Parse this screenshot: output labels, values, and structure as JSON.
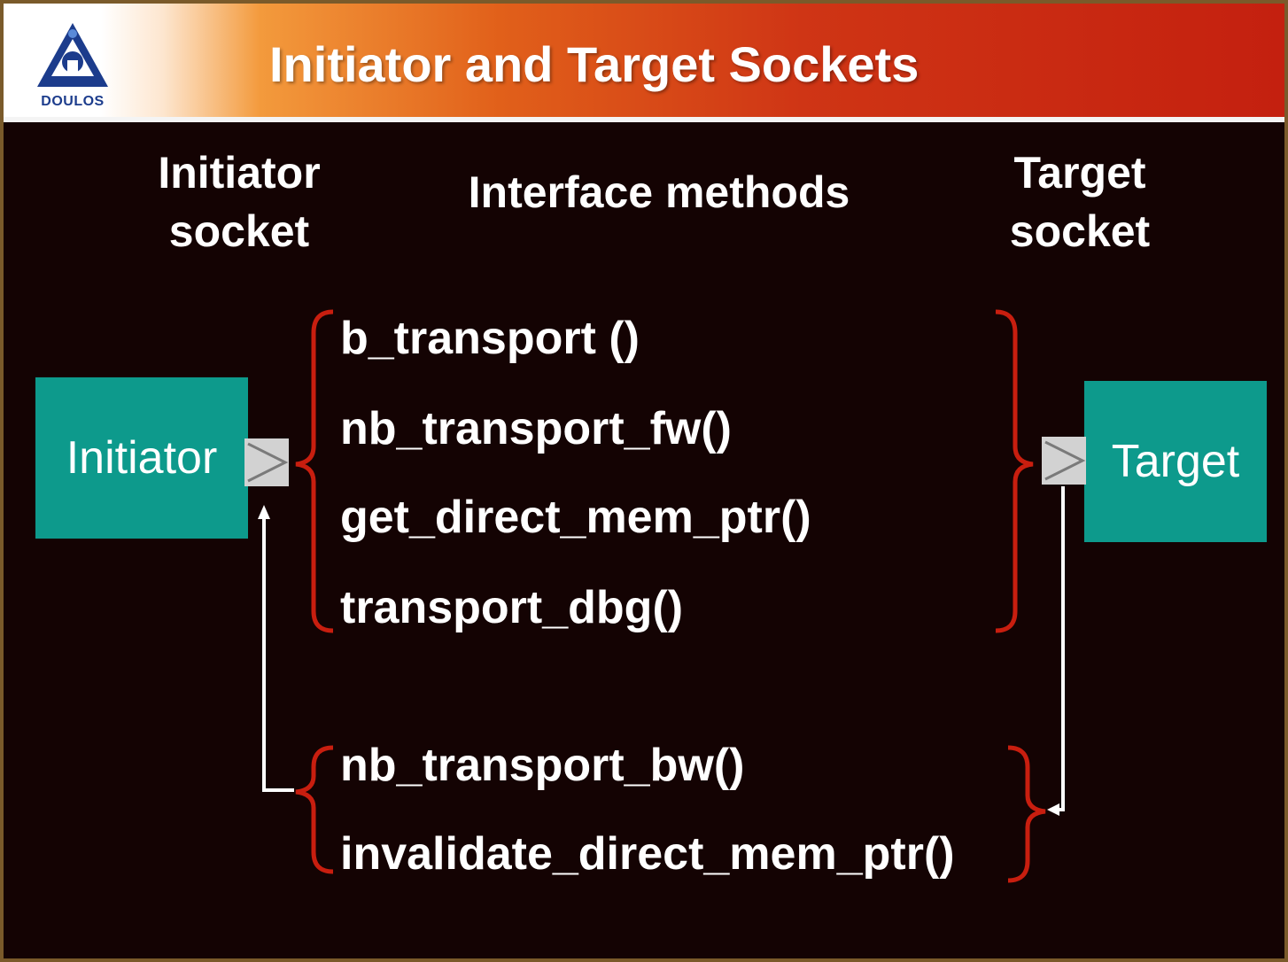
{
  "header": {
    "logo_text": "DOULOS",
    "title": "Initiator and Target Sockets"
  },
  "labels": {
    "initiator_socket": "Initiator\nsocket",
    "interface_methods": "Interface methods",
    "target_socket": "Target\nsocket"
  },
  "boxes": {
    "initiator": "Initiator",
    "target": "Target"
  },
  "forward_methods": [
    "b_transport ()",
    "nb_transport_fw()",
    "get_direct_mem_ptr()",
    "transport_dbg()"
  ],
  "backward_methods": [
    "nb_transport_bw()",
    "invalidate_direct_mem_ptr()"
  ],
  "colors": {
    "background": "#140303",
    "box": "#0d9a8c",
    "brace": "#c81e0f",
    "text": "#ffffff"
  }
}
